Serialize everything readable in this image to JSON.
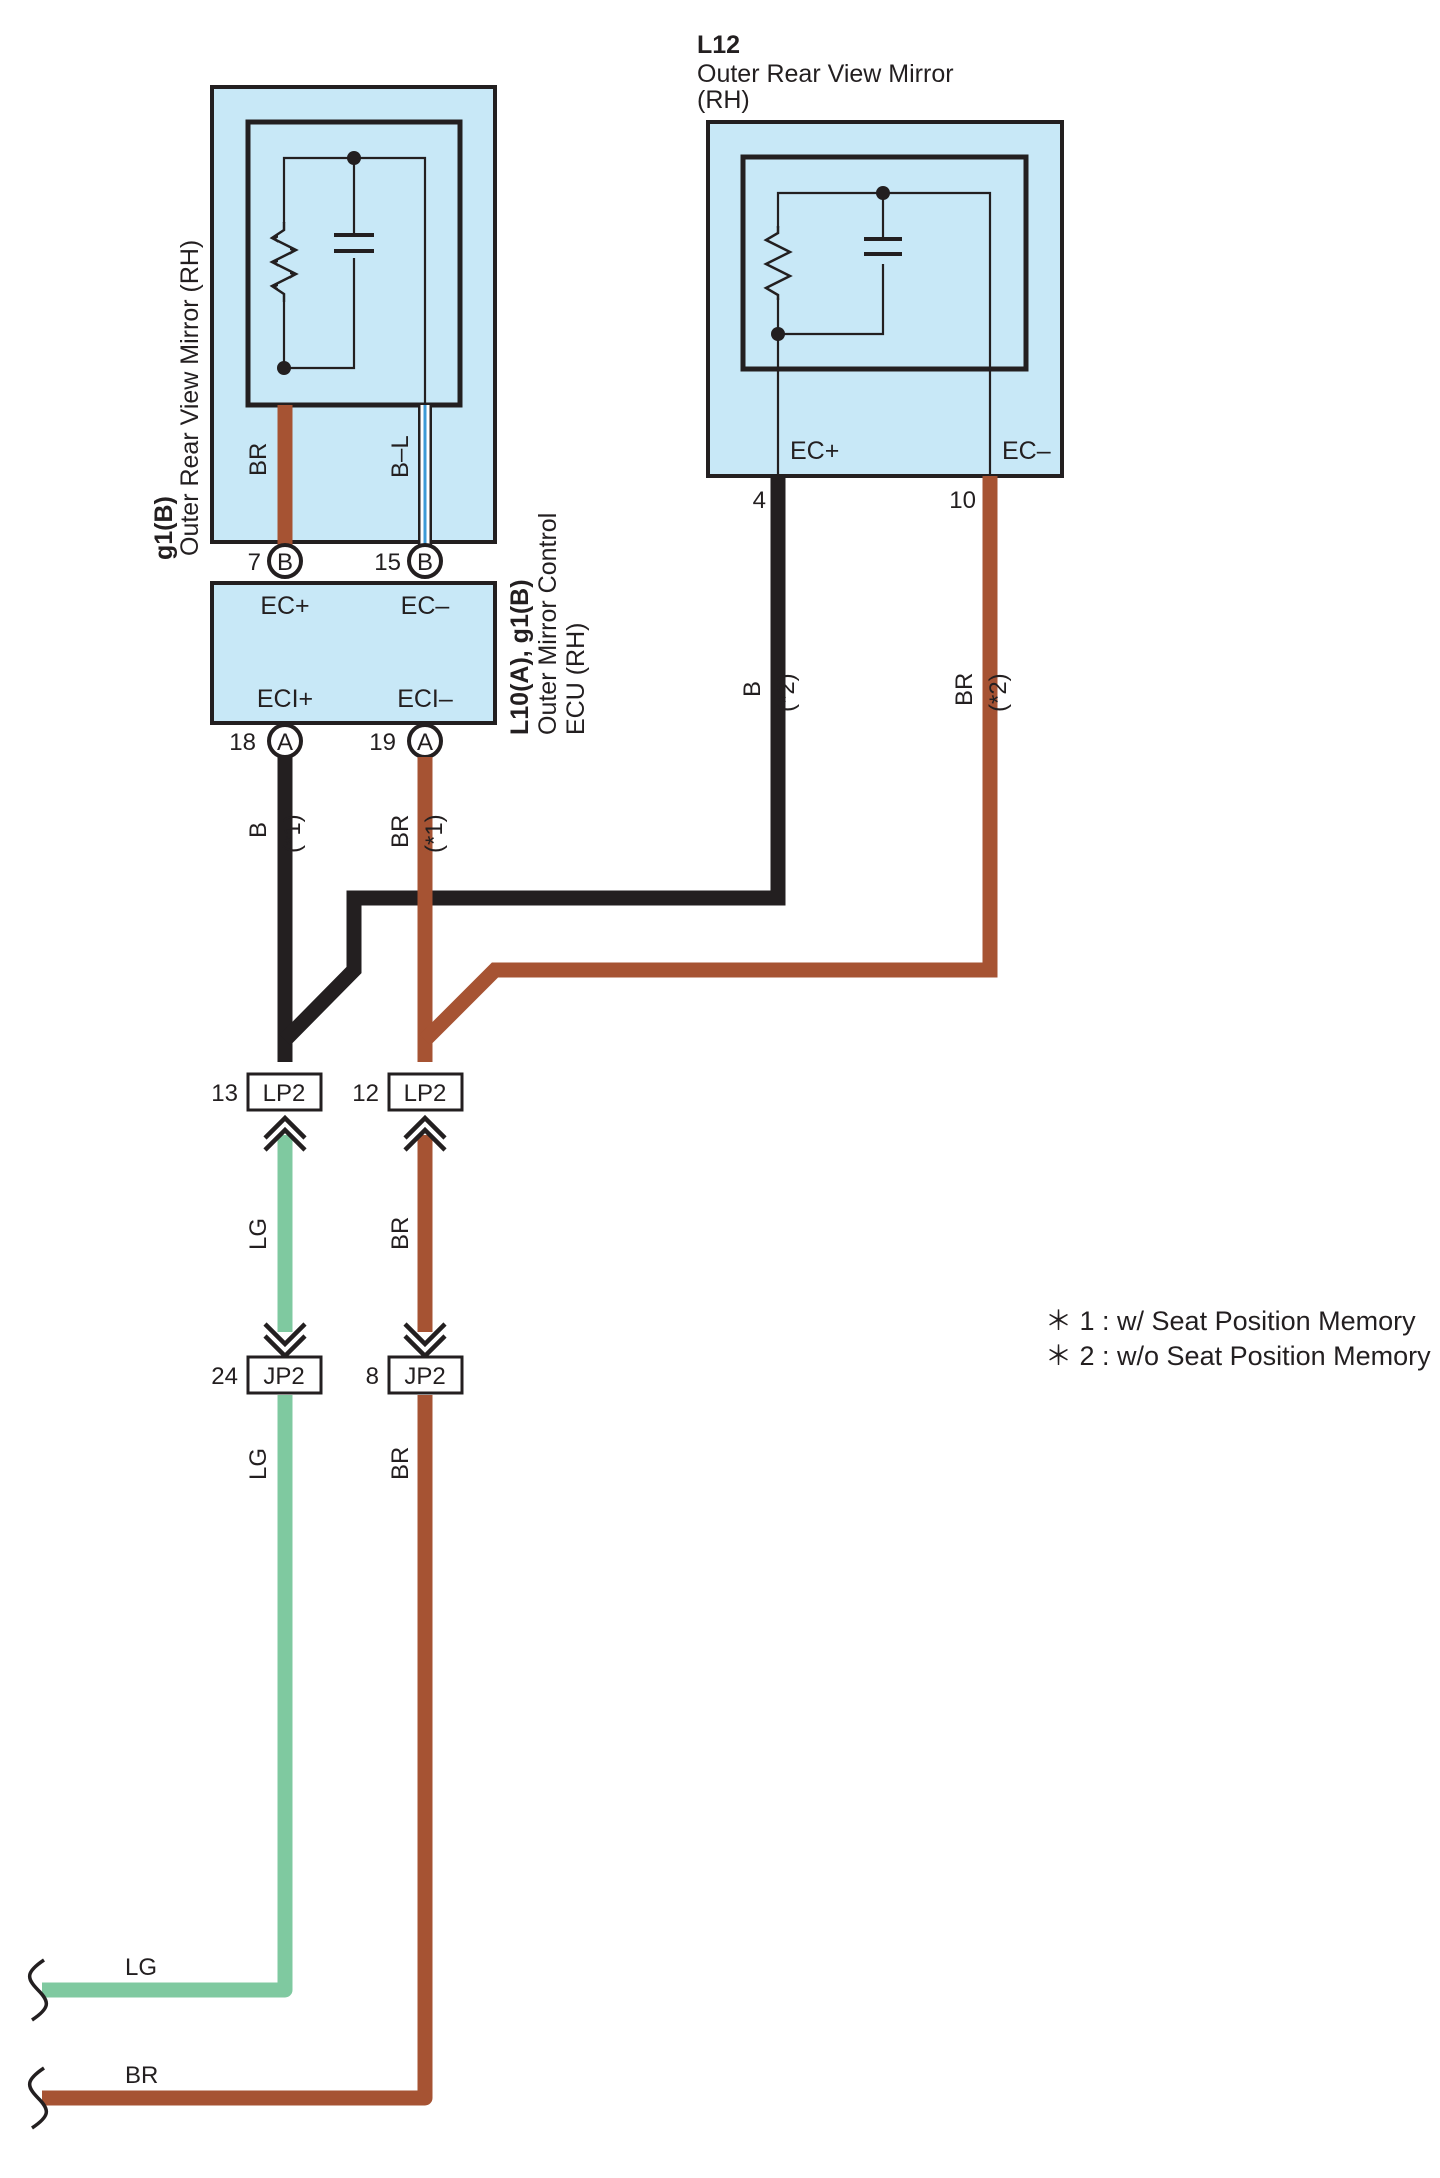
{
  "components": {
    "mirror_left": {
      "code": "g1(B)",
      "name": "Outer Rear View Mirror (RH)",
      "wire_br": "BR",
      "wire_bl": "B–L",
      "pin_left": "7",
      "pin_right": "15",
      "connector_letter": "B"
    },
    "ecu": {
      "code": "L10(A), g1(B)",
      "name_line1": "Outer Mirror Control",
      "name_line2": "ECU (RH)",
      "term_ec_plus": "EC+",
      "term_ec_minus": "EC–",
      "term_eci_plus": "ECI+",
      "term_eci_minus": "ECI–",
      "pin_left": "18",
      "pin_right": "19",
      "connector_letter": "A"
    },
    "mirror_right": {
      "code": "L12",
      "name_line1": "Outer Rear View Mirror",
      "name_line2": "(RH)",
      "term_ec_plus": "EC+",
      "term_ec_minus": "EC–",
      "pin_left": "4",
      "pin_right": "10"
    }
  },
  "wires": {
    "ecu_left_color": "B",
    "ecu_left_note": "(*1)",
    "ecu_right_color": "BR",
    "ecu_right_note": "(*1)",
    "mirror_left_color": "B",
    "mirror_left_note": "(*2)",
    "mirror_right_color": "BR",
    "mirror_right_note": "(*2)",
    "lp_jp_left": "LG",
    "lp_jp_right": "BR",
    "below_jp_left": "LG",
    "below_jp_right": "BR",
    "bottom_lg": "LG",
    "bottom_br": "BR"
  },
  "connectors": {
    "lp2_left": {
      "pin": "13",
      "name": "LP2"
    },
    "lp2_right": {
      "pin": "12",
      "name": "LP2"
    },
    "jp2_left": {
      "pin": "24",
      "name": "JP2"
    },
    "jp2_right": {
      "pin": "8",
      "name": "JP2"
    }
  },
  "notes": [
    "＊ 1 : w/ Seat Position Memory",
    "＊ 2 : w/o Seat Position Memory"
  ],
  "colors": {
    "black_wire": "#231f20",
    "brown_wire": "#a65333",
    "light_green_wire": "#7fc9a0",
    "blue_wire": "#3d9ad6",
    "component_fill": "#c8e8f7"
  }
}
